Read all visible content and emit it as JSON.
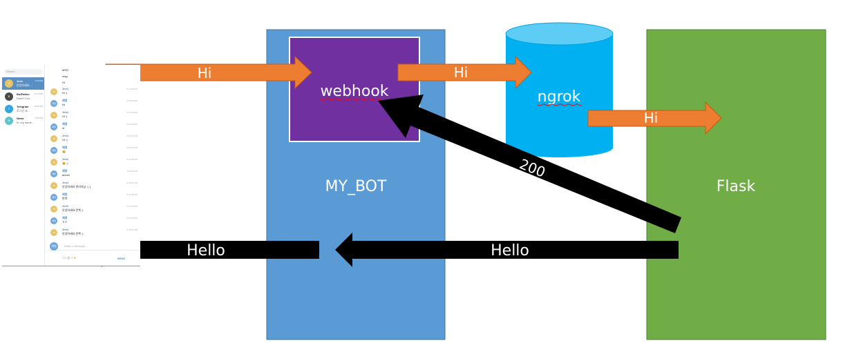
{
  "diagram": {
    "boxes": {
      "my_bot": "MY_BOT",
      "webhook": "webhook",
      "ngrok": "ngrok",
      "flask": "Flask"
    },
    "arrows": {
      "tg_to_webhook": "Hi",
      "webhook_to_ngrok": "Hi",
      "ngrok_to_flask": "Hi",
      "flask_to_webhook": "200",
      "flask_to_bot": "Hello",
      "bot_to_tg": "Hello"
    },
    "colors": {
      "my_bot": "#5b9bd5",
      "webhook": "#7030a0",
      "ngrok": "#00b0f0",
      "ngrok_top": "#5dcdf6",
      "flask": "#70ad47",
      "request_arrow": "#ed7d31",
      "response_arrow": "#000000"
    }
  },
  "telegram": {
    "search_placeholder": "Search",
    "chats": [
      {
        "initials": "J",
        "name": "Jeo1",
        "preview": "안녕하세요...",
        "time": "6:19 PM",
        "avatar": "#e8c36a"
      },
      {
        "initials": "B",
        "name": "BotFather",
        "preview": "Done! Con...",
        "time": "11:13 PM",
        "avatar": "#4a4a4a"
      },
      {
        "initials": "T",
        "name": "Telegram",
        "preview": "로그인 코...",
        "time": "10:35 AM",
        "avatar": "#2ea6e0"
      },
      {
        "initials": "N",
        "name": "News",
        "preview": "hi, my name...",
        "time": "9:30 PM",
        "avatar": "#5fc3c9"
      }
    ],
    "plain_lines": [
      "MSG",
      "msg",
      "Hi"
    ],
    "messages": [
      {
        "initials": "JE",
        "name": "Jeo1",
        "text": "Hi :)",
        "time": "6:19:05 PM",
        "avatar": "#e8c36a"
      },
      {
        "initials": "재영",
        "name": "재영",
        "text": "Hi",
        "time": "6:20:02 PM",
        "avatar": "#6fa6d9"
      },
      {
        "initials": "JE",
        "name": "Jeo1",
        "text": "Hi :)",
        "time": "6:21:00 PM",
        "avatar": "#e8c36a"
      },
      {
        "initials": "재영",
        "name": "재영",
        "text": "hi",
        "time": "6:22:20 PM",
        "avatar": "#6fa6d9"
      },
      {
        "initials": "JE",
        "name": "Jeo1",
        "text": "HI :)",
        "time": "6:23:41 PM",
        "avatar": "#e8c36a"
      },
      {
        "initials": "재영",
        "name": "재영",
        "text": "😀",
        "time": "6:24:07 PM",
        "avatar": "#6fa6d9"
      },
      {
        "initials": "JE",
        "name": "Jeo1",
        "text": "😀 :)",
        "time": "6:25:36 PM",
        "avatar": "#e8c36a"
      },
      {
        "initials": "재영",
        "name": "재영",
        "text": "admin",
        "time": "6:26:22 PM",
        "avatar": "#6fa6d9"
      },
      {
        "initials": "JE",
        "name": "Jeo1",
        "text": "안녕하세요 관리자님 :) :)",
        "time": "6:30:41 PM",
        "avatar": "#e8c36a"
      },
      {
        "initials": "재영",
        "name": "재영",
        "text": "반복",
        "time": "6:31:39 PM",
        "avatar": "#6fa6d9"
      },
      {
        "initials": "JE",
        "name": "Jeo1",
        "text": "안녕하세요 반복 :)",
        "time": "6:33:10 PM",
        "avatar": "#e8c36a"
      },
      {
        "initials": "재영",
        "name": "재영",
        "text": "ㅎㅎ",
        "time": "6:34:22 PM",
        "avatar": "#6fa6d9"
      },
      {
        "initials": "JE",
        "name": "Jeo1",
        "text": "안녕하세요 반복 :)",
        "time": "6:35:12 PM",
        "avatar": "#e8c36a"
      }
    ],
    "input_avatar": "재영",
    "input_placeholder": "Write a message...",
    "send_label": "SEND"
  }
}
